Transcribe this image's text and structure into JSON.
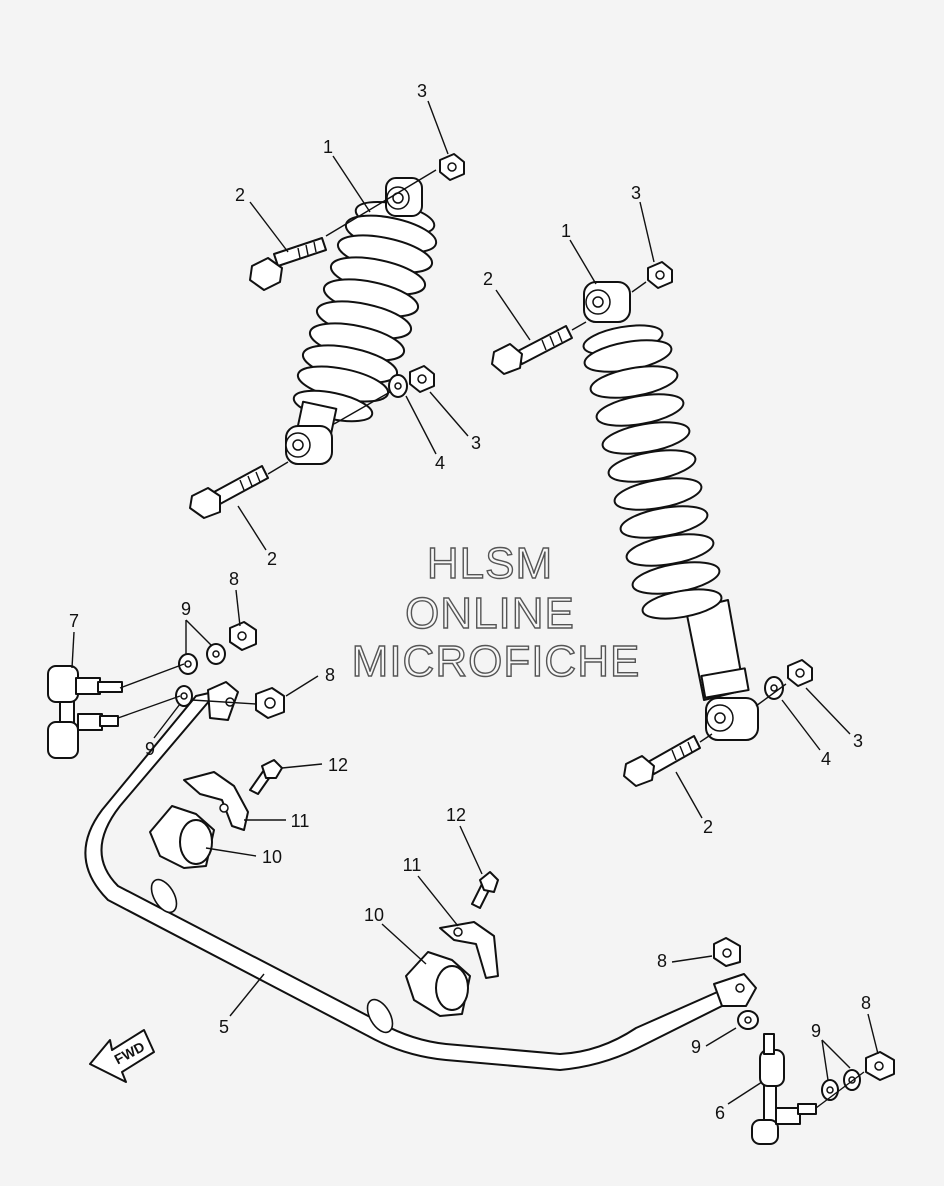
{
  "watermark": {
    "line1": "HLSM",
    "line2": "ONLINE",
    "line3": "MICROFICHE"
  },
  "fwd_label": "FWD",
  "callouts": {
    "c1": "1",
    "c2": "2",
    "c3": "3",
    "c4": "4",
    "c5": "5",
    "c6": "6",
    "c7": "7",
    "c8": "8",
    "c9": "9",
    "c10": "10",
    "c11": "11",
    "c12": "12"
  },
  "colors": {
    "background": "#f4f4f4",
    "line": "#111111",
    "watermark_outline": "#555555"
  }
}
